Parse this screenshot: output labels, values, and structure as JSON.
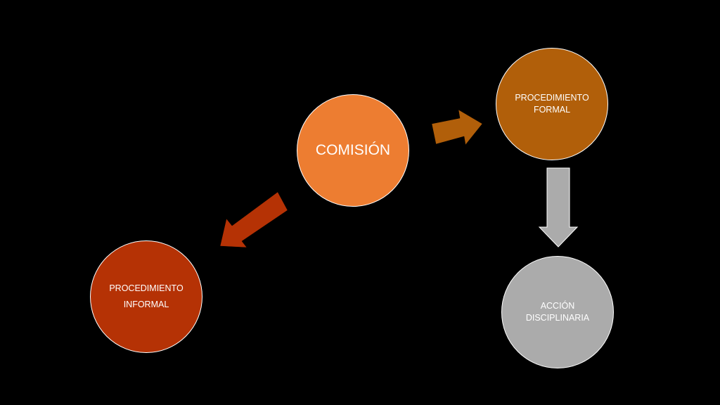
{
  "diagram": {
    "nodes": {
      "center": {
        "lines": [
          "COMISIÓN"
        ],
        "color": "#ED7D31"
      },
      "formal": {
        "lines": [
          "PROCEDIMIENTO",
          "FORMAL"
        ],
        "color": "#B15F0A"
      },
      "informal": {
        "lines": [
          "PROCEDIMIENTO",
          "INFORMAL"
        ],
        "color": "#B53205"
      },
      "accion": {
        "lines": [
          "ACCIÓN",
          "DISCIPLINARIA"
        ],
        "color": "#ABABAB"
      }
    },
    "edges": [
      {
        "from": "center",
        "to": "formal",
        "color": "#B15F0A"
      },
      {
        "from": "center",
        "to": "informal",
        "color": "#B53205"
      },
      {
        "from": "formal",
        "to": "accion",
        "color": "#ABABAB"
      }
    ],
    "border_color": "#FFFFFF",
    "background": "#000000"
  }
}
